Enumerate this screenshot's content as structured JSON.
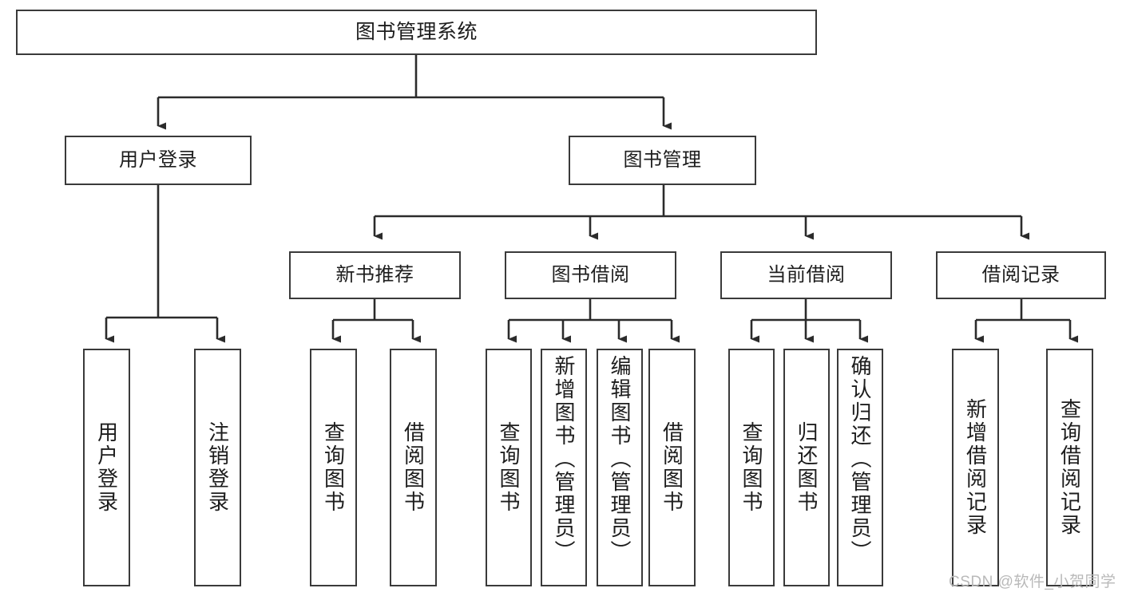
{
  "diagram": {
    "title": "图书管理系统",
    "type": "tree-hierarchy-chart",
    "colors": {
      "box_border": "#3a3a3a",
      "box_fill": "#ffffff",
      "edge": "#2b2b2b",
      "text": "#1d1d1d",
      "watermark": "#b9b9b9"
    },
    "nodes": {
      "root": {
        "label": "图书管理系统"
      },
      "level2": [
        {
          "id": "user_login",
          "label": "用户登录"
        },
        {
          "id": "book_manage",
          "label": "图书管理"
        }
      ],
      "level3": [
        {
          "id": "new_book_rec",
          "label": "新书推荐"
        },
        {
          "id": "book_borrow",
          "label": "图书借阅"
        },
        {
          "id": "current_borrow",
          "label": "当前借阅"
        },
        {
          "id": "borrow_record",
          "label": "借阅记录"
        }
      ],
      "leaves": {
        "user_login": [
          {
            "id": "leaf_user_login",
            "label": "用户登录"
          },
          {
            "id": "leaf_user_logout",
            "label": "注销登录"
          }
        ],
        "new_book_rec": [
          {
            "id": "leaf_query_book_1",
            "label": "查询图书"
          },
          {
            "id": "leaf_borrow_book_1",
            "label": "借阅图书"
          }
        ],
        "book_borrow": [
          {
            "id": "leaf_query_book_2",
            "label": "查询图书"
          },
          {
            "id": "leaf_add_book",
            "label": "新增图书（管理员）"
          },
          {
            "id": "leaf_edit_book",
            "label": "编辑图书（管理员）"
          },
          {
            "id": "leaf_borrow_book_2",
            "label": "借阅图书"
          }
        ],
        "current_borrow": [
          {
            "id": "leaf_query_book_3",
            "label": "查询图书"
          },
          {
            "id": "leaf_return_book",
            "label": "归还图书"
          },
          {
            "id": "leaf_confirm_return",
            "label": "确认归还（管理员）"
          }
        ],
        "borrow_record": [
          {
            "id": "leaf_add_record",
            "label": "新增借阅记录"
          },
          {
            "id": "leaf_query_record",
            "label": "查询借阅记录"
          }
        ]
      }
    },
    "watermark": "CSDN @软件_小贺同学"
  }
}
